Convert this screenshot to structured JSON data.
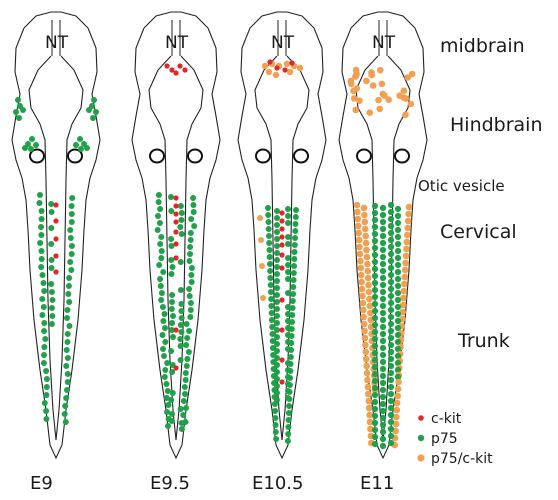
{
  "figure": {
    "neural_tube_label": "NT",
    "region_labels": {
      "midbrain": "midbrain",
      "hindbrain": "Hindbrain",
      "otic_vesicle": "Otic vesicle",
      "cervical": "Cervical",
      "trunk": "Trunk"
    },
    "stages": [
      {
        "label": "E9"
      },
      {
        "label": "E9.5"
      },
      {
        "label": "E10.5"
      },
      {
        "label": "E11"
      }
    ],
    "legend": [
      {
        "label": "c-kit",
        "color": "#e3262a"
      },
      {
        "label": "p75",
        "color": "#1fa14a"
      },
      {
        "label": "p75/c-kit",
        "color": "#f0a050"
      }
    ]
  },
  "colors": {
    "ckit": "#e3262a",
    "p75": "#1fa14a",
    "p75_ckit": "#f0a050",
    "outline": "#222222"
  }
}
